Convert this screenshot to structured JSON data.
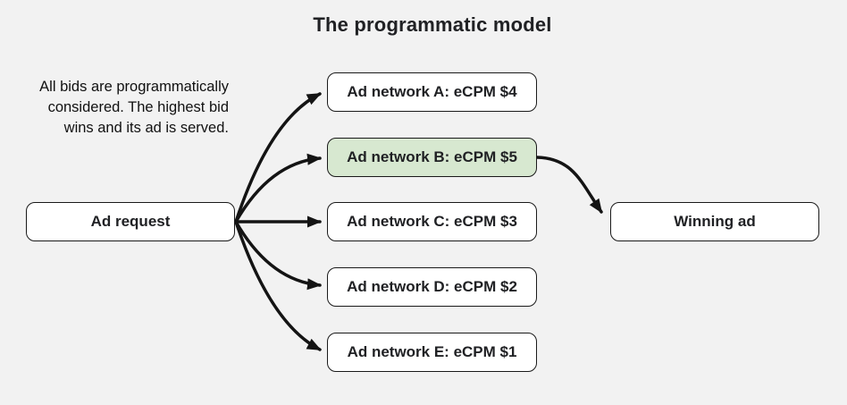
{
  "title": "The programmatic model",
  "note": {
    "lines": [
      "All bids are programmatically",
      "considered. The highest bid",
      "wins and its ad is served."
    ]
  },
  "nodes": {
    "ad_request": {
      "label": "Ad request"
    },
    "networks": [
      {
        "id": "A",
        "label": "Ad network A: eCPM $4",
        "ecpm": 4,
        "highlight": false
      },
      {
        "id": "B",
        "label": "Ad network B: eCPM $5",
        "ecpm": 5,
        "highlight": true
      },
      {
        "id": "C",
        "label": "Ad network C: eCPM $3",
        "ecpm": 3,
        "highlight": false
      },
      {
        "id": "D",
        "label": "Ad network D: eCPM $2",
        "ecpm": 2,
        "highlight": false
      },
      {
        "id": "E",
        "label": "Ad network E: eCPM $1",
        "ecpm": 1,
        "highlight": false
      }
    ],
    "winning_ad": {
      "label": "Winning ad"
    }
  },
  "colors": {
    "background": "#f2f2f2",
    "box_fill": "#ffffff",
    "highlight_fill": "#d7e8d0",
    "border": "#1a1a1a",
    "text": "#202124",
    "arrow": "#141414"
  }
}
